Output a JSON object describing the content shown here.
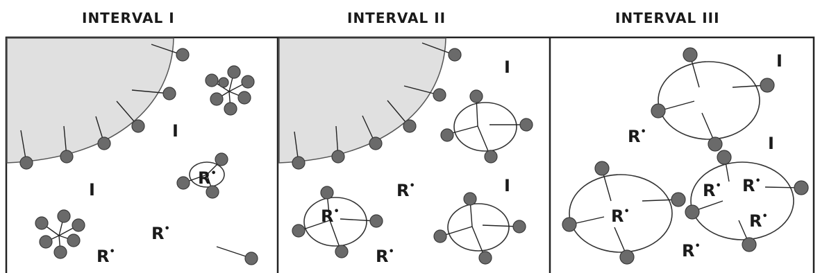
{
  "intervals": [
    {
      "title": "INTERVAL I"
    },
    {
      "title": "INTERVAL II"
    },
    {
      "title": "INTERVAL III"
    }
  ],
  "labels": {
    "initiator": "I",
    "radical": "R",
    "radical_dot": "•"
  },
  "colors": {
    "particle_fill": "#e0e0e0",
    "particle_outline": "#555555",
    "chain_end": "#6a6a6a",
    "frame": "#222222"
  }
}
